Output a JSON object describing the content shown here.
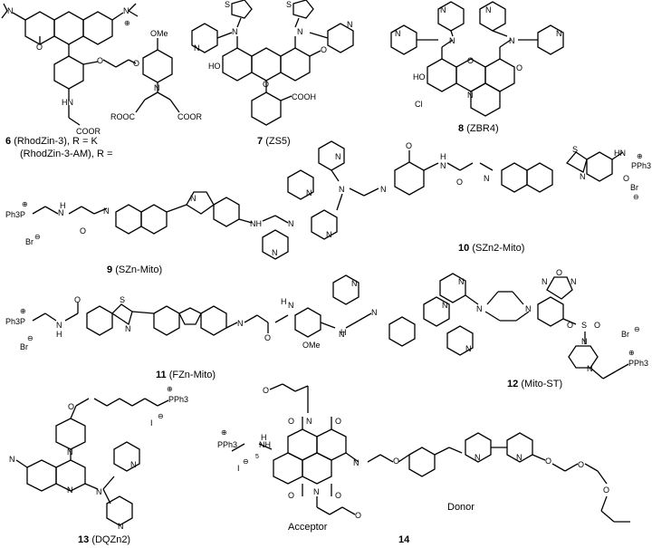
{
  "compounds": [
    {
      "number": "6",
      "name": "(RhodZin-3), R = K",
      "name2": "(RhodZin-3-AM), R ="
    },
    {
      "number": "7",
      "name": "(ZS5)"
    },
    {
      "number": "8",
      "name": "(ZBR4)"
    },
    {
      "number": "9",
      "name": "(SZn-Mito)"
    },
    {
      "number": "10",
      "name": "(SZn2-Mito)"
    },
    {
      "number": "11",
      "name": "(FZn-Mito)"
    },
    {
      "number": "12",
      "name": "(Mito-ST)"
    },
    {
      "number": "13",
      "name": "(DQZn2)"
    },
    {
      "number": "14",
      "name": ""
    }
  ],
  "annotations": {
    "acceptor": "Acceptor",
    "donor": "Donor"
  },
  "atom_labels": {
    "c6": [
      "N",
      "N",
      "OMe",
      "O",
      "O",
      "N",
      "HN",
      "COOR",
      "COOR",
      "ROOC",
      "O",
      "O",
      "⊕"
    ],
    "c7": [
      "S",
      "S",
      "N",
      "N",
      "N",
      "N",
      "HO",
      "O",
      "O",
      "COOH"
    ],
    "c8": [
      "N",
      "N",
      "N",
      "N",
      "N",
      "N",
      "HO",
      "O",
      "O",
      "N",
      "Cl"
    ],
    "c9": [
      "Ph3P",
      "N",
      "H",
      "O",
      "N",
      "Br",
      "N",
      "NH",
      "N",
      "N",
      "N",
      "⊕",
      "⊖"
    ],
    "c10": [
      "N",
      "N",
      "N",
      "O",
      "N",
      "H",
      "N",
      "O",
      "S",
      "N",
      "O",
      "HN",
      "PPh3",
      "Br",
      "N",
      "⊕",
      "⊖"
    ],
    "c11": [
      "Ph3P",
      "O",
      "N",
      "H",
      "S",
      "N",
      "Br",
      "N",
      "O",
      "H",
      "N",
      "N",
      "N",
      "N",
      "OMe",
      "H",
      "⊕",
      "⊖"
    ],
    "c12": [
      "N",
      "N",
      "N",
      "N",
      "N",
      "O",
      "N",
      "N",
      "S",
      "O",
      "O",
      "N",
      "N",
      "PPh3",
      "Br",
      "⊕",
      "⊖"
    ],
    "c13": [
      "O",
      "PPh3",
      "I",
      "N",
      "N",
      "N",
      "N",
      "N",
      "N",
      "⊕",
      "⊖"
    ],
    "c14": [
      "O",
      "O",
      "O",
      "N",
      "PPh3",
      "NH",
      "N",
      "O",
      "O",
      "N",
      "O",
      "O",
      "N",
      "N",
      "O",
      "O",
      "O",
      "I",
      "5",
      "H",
      "⊕",
      "⊖"
    ]
  }
}
